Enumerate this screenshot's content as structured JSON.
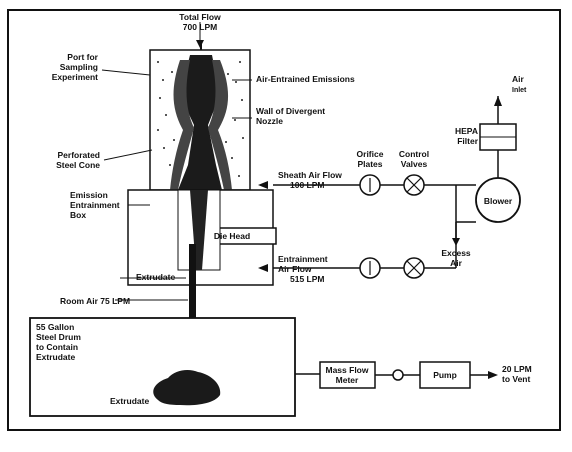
{
  "labels": {
    "total_flow": "Total Flow",
    "total_flow_value": "700 LPM",
    "port_line1": "Port for",
    "port_line2": "Sampling",
    "port_line3": "Experiment",
    "air_entrained": "Air-Entrained Emissions",
    "wall_line1": "Wall of Divergent",
    "wall_line2": "Nozzle",
    "perforated_line1": "Perforated",
    "perforated_line2": "Steel Cone",
    "emission_line1": "Emission",
    "emission_line2": "Entrainment",
    "emission_line3": "Box",
    "sheath_line1": "Sheath Air Flow",
    "sheath_line2": "100 LPM",
    "orifice_line1": "Orifice",
    "orifice_line2": "Plates",
    "control_line1": "Control",
    "control_line2": "Valves",
    "air_inlet_line1": "Air",
    "air_inlet_line2": "Inlet",
    "hepa_line1": "HEPA",
    "hepa_line2": "Filter",
    "blower": "Blower",
    "die_head": "Die Head",
    "excess_line1": "Excess",
    "excess_line2": "Air",
    "extrudate": "Extrudate",
    "entrainment_line1": "Entrainment",
    "entrainment_line2": "Air Flow",
    "entrainment_line3": "515 LPM",
    "room_air": "Room Air 75 LPM",
    "drum_line1": "55 Gallon",
    "drum_line2": "Steel Drum",
    "drum_line3": "to Contain",
    "drum_line4": "Extrudate",
    "extrudate_pile": "Extrudate",
    "mass_flow_line1": "Mass Flow",
    "mass_flow_line2": "Meter",
    "pump": "Pump",
    "vent_line1": "20 LPM",
    "vent_line2": "to Vent"
  }
}
